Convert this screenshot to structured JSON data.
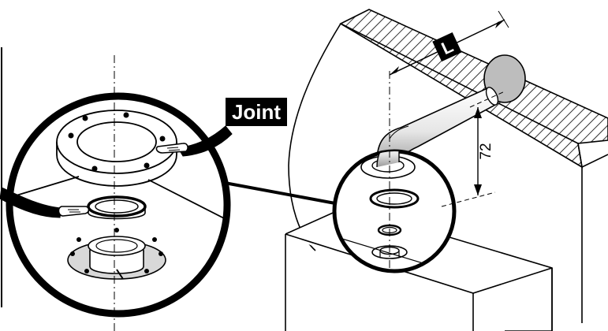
{
  "callout": {
    "label": "Joint"
  },
  "dimensions": {
    "length_label": "L",
    "height_label": "72"
  }
}
